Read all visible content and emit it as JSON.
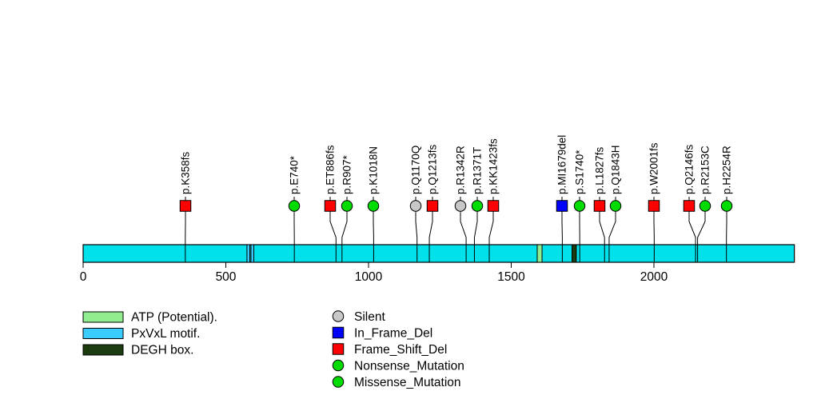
{
  "chart_data": {
    "type": "lollipop",
    "title": "",
    "protein_length": 2492,
    "axis": {
      "xlim": [
        0,
        2492
      ],
      "ticks": [
        0,
        500,
        1000,
        1500,
        2000
      ]
    },
    "colors": {
      "backbone": "#00E1EC",
      "atp": "#90EE90",
      "pxvxl": "#38CCFF",
      "degh": "#1C3B0E",
      "silent": "#C8C8C8",
      "in_frame_del": "#0000FF",
      "frame_shift_del": "#FF0000",
      "nonsense": "#00DC00",
      "missense": "#00DC00"
    },
    "domains": [
      {
        "name": "PxVxL motif.",
        "start": 574,
        "end": 584,
        "color": "#38CCFF"
      },
      {
        "name": "PxVxL motif.",
        "start": 588,
        "end": 598,
        "color": "#38CCFF"
      },
      {
        "name": "ATP (Potential).",
        "start": 1591,
        "end": 1608,
        "color": "#90EE90"
      },
      {
        "name": "DEGH box.",
        "start": 1713,
        "end": 1728,
        "color": "#1C3B0E"
      }
    ],
    "mutations": [
      {
        "label": "p.K358fs",
        "position": 358,
        "type": "Frame_Shift_Del",
        "shape": "square",
        "color": "#FF0000",
        "marker_x": 232
      },
      {
        "label": "p.E740*",
        "position": 740,
        "type": "Nonsense_Mutation",
        "shape": "circle",
        "color": "#00DC00",
        "marker_x": 368
      },
      {
        "label": "p.ET886fs",
        "position": 886,
        "type": "Frame_Shift_Del",
        "shape": "square",
        "color": "#FF0000",
        "marker_x": 413
      },
      {
        "label": "p.R907*",
        "position": 907,
        "type": "Nonsense_Mutation",
        "shape": "circle",
        "color": "#00DC00",
        "marker_x": 434
      },
      {
        "label": "p.K1018N",
        "position": 1018,
        "type": "Missense_Mutation",
        "shape": "circle",
        "color": "#00DC00",
        "marker_x": 467
      },
      {
        "label": "p.Q1170Q",
        "position": 1170,
        "type": "Silent",
        "shape": "circle",
        "color": "#C8C8C8",
        "marker_x": 520
      },
      {
        "label": "p.Q1213fs",
        "position": 1213,
        "type": "Frame_Shift_Del",
        "shape": "square",
        "color": "#FF0000",
        "marker_x": 541
      },
      {
        "label": "p.R1342R",
        "position": 1342,
        "type": "Silent",
        "shape": "circle",
        "color": "#C8C8C8",
        "marker_x": 576
      },
      {
        "label": "p.R1371T",
        "position": 1371,
        "type": "Missense_Mutation",
        "shape": "circle",
        "color": "#00DC00",
        "marker_x": 597
      },
      {
        "label": "p.KK1423fs",
        "position": 1423,
        "type": "Frame_Shift_Del",
        "shape": "square",
        "color": "#FF0000",
        "marker_x": 617
      },
      {
        "label": "p.MI1679del",
        "position": 1679,
        "type": "In_Frame_Del",
        "shape": "square",
        "color": "#0000FF",
        "marker_x": 703
      },
      {
        "label": "p.S1740*",
        "position": 1740,
        "type": "Nonsense_Mutation",
        "shape": "circle",
        "color": "#00DC00",
        "marker_x": 725
      },
      {
        "label": "p.L1827fs",
        "position": 1827,
        "type": "Frame_Shift_Del",
        "shape": "square",
        "color": "#FF0000",
        "marker_x": 750
      },
      {
        "label": "p.Q1843H",
        "position": 1843,
        "type": "Missense_Mutation",
        "shape": "circle",
        "color": "#00DC00",
        "marker_x": 770
      },
      {
        "label": "p.W2001fs",
        "position": 2001,
        "type": "Frame_Shift_Del",
        "shape": "square",
        "color": "#FF0000",
        "marker_x": 818
      },
      {
        "label": "p.Q2146fs",
        "position": 2146,
        "type": "Frame_Shift_Del",
        "shape": "square",
        "color": "#FF0000",
        "marker_x": 862
      },
      {
        "label": "p.R2153C",
        "position": 2153,
        "type": "Missense_Mutation",
        "shape": "circle",
        "color": "#00DC00",
        "marker_x": 882
      },
      {
        "label": "p.H2254R",
        "position": 2254,
        "type": "Missense_Mutation",
        "shape": "circle",
        "color": "#00DC00",
        "marker_x": 909
      }
    ],
    "legend_domains": [
      {
        "label": "ATP (Potential).",
        "color": "#90EE90"
      },
      {
        "label": "PxVxL motif.",
        "color": "#38CCFF"
      },
      {
        "label": "DEGH box.",
        "color": "#1C3B0E"
      }
    ],
    "legend_mutation_types": [
      {
        "label": "Silent",
        "shape": "circle",
        "color": "#C8C8C8"
      },
      {
        "label": "In_Frame_Del",
        "shape": "square",
        "color": "#0000FF"
      },
      {
        "label": "Frame_Shift_Del",
        "shape": "square",
        "color": "#FF0000"
      },
      {
        "label": "Nonsense_Mutation",
        "shape": "circle",
        "color": "#00DC00"
      },
      {
        "label": "Missense_Mutation",
        "shape": "circle",
        "color": "#00DC00"
      }
    ]
  }
}
